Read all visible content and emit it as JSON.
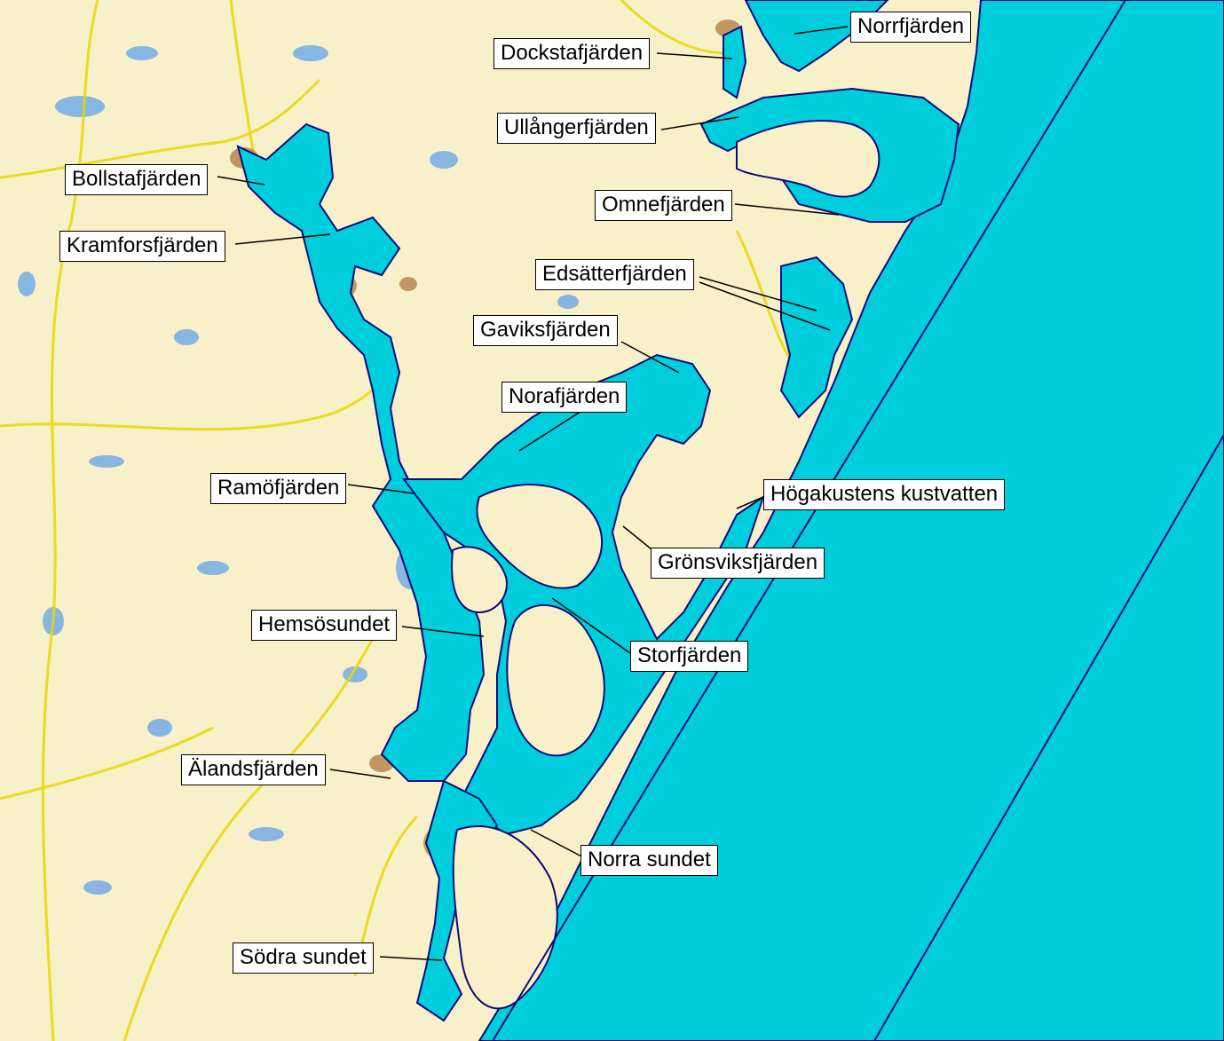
{
  "map": {
    "colors": {
      "land": "#f8f0c8",
      "water": "#00cedc",
      "boundary": "#0a0a78",
      "roads": "#e8d800",
      "urban": "#b07840",
      "lakes": "#6aa8e8"
    },
    "labels": [
      {
        "id": "norrfjarden",
        "text": "Norrfjärden"
      },
      {
        "id": "dockstafjarden",
        "text": "Dockstafjärden"
      },
      {
        "id": "ullangerfjarden",
        "text": "Ullångerfjärden"
      },
      {
        "id": "bollstafjarden",
        "text": "Bollstafjärden"
      },
      {
        "id": "omnefjarden",
        "text": "Omnefjärden"
      },
      {
        "id": "kramforsfjarden",
        "text": "Kramforsfjärden"
      },
      {
        "id": "edsatterfjarden",
        "text": "Edsätterfjärden"
      },
      {
        "id": "gaviksfjarden",
        "text": "Gaviksfjärden"
      },
      {
        "id": "norafjarden",
        "text": "Norafjärden"
      },
      {
        "id": "ramofjarden",
        "text": "Ramöfjärden"
      },
      {
        "id": "hogakustens-kustvatten",
        "text": "Högakustens kustvatten"
      },
      {
        "id": "gronsviksfjarden",
        "text": "Grönsviksfjärden"
      },
      {
        "id": "hemsosundet",
        "text": "Hemsösundet"
      },
      {
        "id": "storfjarden",
        "text": "Storfjärden"
      },
      {
        "id": "alandsfjarden",
        "text": "Älandsfjärden"
      },
      {
        "id": "norra-sundet",
        "text": "Norra sundet"
      },
      {
        "id": "sodra-sundet",
        "text": "Södra sundet"
      }
    ]
  }
}
